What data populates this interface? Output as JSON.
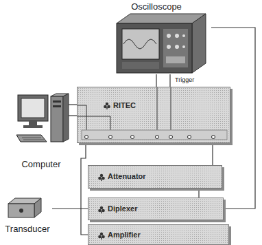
{
  "diagram": {
    "nodes": [
      {
        "text": [
          "Oscilloscope"
        ]
      },
      {
        "text": [
          "Computer"
        ]
      },
      {
        "text": [
          "RITEC"
        ]
      },
      {
        "text": [
          "Attenuator"
        ]
      },
      {
        "text": [
          "Transducer"
        ]
      },
      {
        "text": [
          "Diplexer"
        ]
      },
      {
        "text": [
          "Amplifier"
        ]
      }
    ],
    "edges": [
      {
        "from": 0,
        "to": 2,
        "arrow": "none",
        "label": "Trigger"
      },
      {
        "from": 0,
        "to": 2,
        "arrow": "none"
      },
      {
        "from": 1,
        "to": 2,
        "arrow": "none"
      },
      {
        "from": 1,
        "to": 2,
        "arrow": "none"
      },
      {
        "from": 2,
        "to": 3,
        "arrow": "none"
      },
      {
        "from": 2,
        "to": 6,
        "arrow": "none"
      },
      {
        "from": 4,
        "to": 5,
        "arrow": "none"
      },
      {
        "from": 0,
        "to": 5,
        "arrow": "none"
      },
      {
        "from": 3,
        "to": 5,
        "arrow": "none"
      }
    ]
  }
}
